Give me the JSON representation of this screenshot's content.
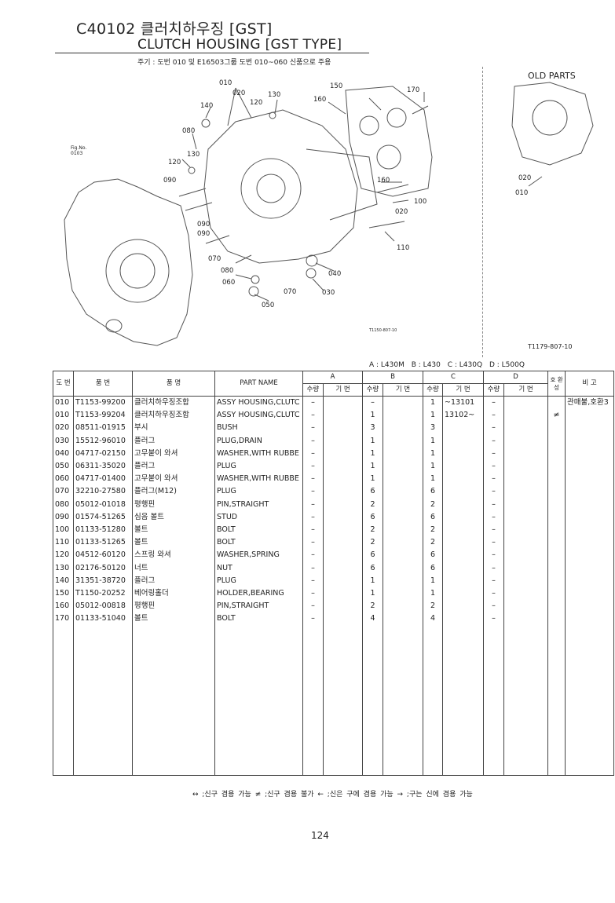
{
  "header": {
    "code_title": "C40102 클러치하우징 [GST]",
    "english_title": "CLUTCH HOUSING [GST TYPE]",
    "note": "주기 : 도번 010 및 E16503그룹 도번 010~060 신품으로 주용"
  },
  "figure": {
    "fig_no": "Fig.No. 0103",
    "old_parts_title": "OLD PARTS",
    "code_small": "T1150-807-10",
    "code_ref": "T1179-807-10",
    "callouts": [
      "010",
      "020",
      "130",
      "120",
      "140",
      "080",
      "130",
      "120",
      "090",
      "090",
      "090",
      "070",
      "080",
      "060",
      "050",
      "070",
      "030",
      "040",
      "150",
      "160",
      "170",
      "160",
      "100",
      "020",
      "110",
      "020",
      "010"
    ]
  },
  "models_line": [
    "A : L430M",
    "B : L430",
    "C : L430Q",
    "D : L500Q"
  ],
  "table": {
    "headers": {
      "ref": "도 번",
      "part_no": "품 번",
      "name_kr": "품 명",
      "part_name": "PART NAME",
      "A": "A",
      "B": "B",
      "C": "C",
      "D": "D",
      "qty": "수량",
      "serial": "기 번",
      "interchange": "호 환 성",
      "remarks": "비 고"
    },
    "rows": [
      {
        "ref": "010",
        "part_no": "T1153-99200",
        "name_kr": "클러치하우징조합",
        "part_name": "ASSY HOUSING,CLUTC",
        "a_qty": "–",
        "a_sn": "",
        "b_qty": "–",
        "b_sn": "",
        "c_qty": "1",
        "c_sn": "~13101",
        "d_qty": "–",
        "d_sn": "",
        "inter": "",
        "remark": "관매불,호환3"
      },
      {
        "ref": "010",
        "part_no": "T1153-99204",
        "name_kr": "클러치하우징조합",
        "part_name": "ASSY HOUSING,CLUTC",
        "a_qty": "–",
        "a_sn": "",
        "b_qty": "1",
        "b_sn": "",
        "c_qty": "1",
        "c_sn": "13102~",
        "d_qty": "–",
        "d_sn": "",
        "inter": "≠",
        "remark": ""
      },
      {
        "ref": "020",
        "part_no": "08511-01915",
        "name_kr": "부시",
        "part_name": "BUSH",
        "a_qty": "–",
        "a_sn": "",
        "b_qty": "3",
        "b_sn": "",
        "c_qty": "3",
        "c_sn": "",
        "d_qty": "–",
        "d_sn": "",
        "inter": "",
        "remark": ""
      },
      {
        "ref": "030",
        "part_no": "15512-96010",
        "name_kr": "플러그",
        "part_name": "PLUG,DRAIN",
        "a_qty": "–",
        "a_sn": "",
        "b_qty": "1",
        "b_sn": "",
        "c_qty": "1",
        "c_sn": "",
        "d_qty": "–",
        "d_sn": "",
        "inter": "",
        "remark": ""
      },
      {
        "ref": "040",
        "part_no": "04717-02150",
        "name_kr": "고무붙이 와셔",
        "part_name": "WASHER,WITH RUBBE",
        "a_qty": "–",
        "a_sn": "",
        "b_qty": "1",
        "b_sn": "",
        "c_qty": "1",
        "c_sn": "",
        "d_qty": "–",
        "d_sn": "",
        "inter": "",
        "remark": ""
      },
      {
        "ref": "050",
        "part_no": "06311-35020",
        "name_kr": "플러그",
        "part_name": "PLUG",
        "a_qty": "–",
        "a_sn": "",
        "b_qty": "1",
        "b_sn": "",
        "c_qty": "1",
        "c_sn": "",
        "d_qty": "–",
        "d_sn": "",
        "inter": "",
        "remark": ""
      },
      {
        "ref": "060",
        "part_no": "04717-01400",
        "name_kr": "고무붙이 와셔",
        "part_name": "WASHER,WITH RUBBE",
        "a_qty": "–",
        "a_sn": "",
        "b_qty": "1",
        "b_sn": "",
        "c_qty": "1",
        "c_sn": "",
        "d_qty": "–",
        "d_sn": "",
        "inter": "",
        "remark": ""
      },
      {
        "ref": "070",
        "part_no": "32210-27580",
        "name_kr": "플러그(M12)",
        "part_name": "PLUG",
        "a_qty": "–",
        "a_sn": "",
        "b_qty": "6",
        "b_sn": "",
        "c_qty": "6",
        "c_sn": "",
        "d_qty": "–",
        "d_sn": "",
        "inter": "",
        "remark": ""
      },
      {
        "ref": "080",
        "part_no": "05012-01018",
        "name_kr": "평행핀",
        "part_name": "PIN,STRAIGHT",
        "a_qty": "–",
        "a_sn": "",
        "b_qty": "2",
        "b_sn": "",
        "c_qty": "2",
        "c_sn": "",
        "d_qty": "–",
        "d_sn": "",
        "inter": "",
        "remark": ""
      },
      {
        "ref": "090",
        "part_no": "01574-51265",
        "name_kr": "심음 볼트",
        "part_name": "STUD",
        "a_qty": "–",
        "a_sn": "",
        "b_qty": "6",
        "b_sn": "",
        "c_qty": "6",
        "c_sn": "",
        "d_qty": "–",
        "d_sn": "",
        "inter": "",
        "remark": ""
      },
      {
        "ref": "100",
        "part_no": "01133-51280",
        "name_kr": "볼트",
        "part_name": "BOLT",
        "a_qty": "–",
        "a_sn": "",
        "b_qty": "2",
        "b_sn": "",
        "c_qty": "2",
        "c_sn": "",
        "d_qty": "–",
        "d_sn": "",
        "inter": "",
        "remark": ""
      },
      {
        "ref": "110",
        "part_no": "01133-51265",
        "name_kr": "볼트",
        "part_name": "BOLT",
        "a_qty": "–",
        "a_sn": "",
        "b_qty": "2",
        "b_sn": "",
        "c_qty": "2",
        "c_sn": "",
        "d_qty": "–",
        "d_sn": "",
        "inter": "",
        "remark": ""
      },
      {
        "ref": "120",
        "part_no": "04512-60120",
        "name_kr": "스프링 와셔",
        "part_name": "WASHER,SPRING",
        "a_qty": "–",
        "a_sn": "",
        "b_qty": "6",
        "b_sn": "",
        "c_qty": "6",
        "c_sn": "",
        "d_qty": "–",
        "d_sn": "",
        "inter": "",
        "remark": ""
      },
      {
        "ref": "130",
        "part_no": "02176-50120",
        "name_kr": "너트",
        "part_name": "NUT",
        "a_qty": "–",
        "a_sn": "",
        "b_qty": "6",
        "b_sn": "",
        "c_qty": "6",
        "c_sn": "",
        "d_qty": "–",
        "d_sn": "",
        "inter": "",
        "remark": ""
      },
      {
        "ref": "140",
        "part_no": "31351-38720",
        "name_kr": "플러그",
        "part_name": "PLUG",
        "a_qty": "–",
        "a_sn": "",
        "b_qty": "1",
        "b_sn": "",
        "c_qty": "1",
        "c_sn": "",
        "d_qty": "–",
        "d_sn": "",
        "inter": "",
        "remark": ""
      },
      {
        "ref": "150",
        "part_no": "T1150-20252",
        "name_kr": "베어링홀더",
        "part_name": "HOLDER,BEARING",
        "a_qty": "–",
        "a_sn": "",
        "b_qty": "1",
        "b_sn": "",
        "c_qty": "1",
        "c_sn": "",
        "d_qty": "–",
        "d_sn": "",
        "inter": "",
        "remark": ""
      },
      {
        "ref": "160",
        "part_no": "05012-00818",
        "name_kr": "평행핀",
        "part_name": "PIN,STRAIGHT",
        "a_qty": "–",
        "a_sn": "",
        "b_qty": "2",
        "b_sn": "",
        "c_qty": "2",
        "c_sn": "",
        "d_qty": "–",
        "d_sn": "",
        "inter": "",
        "remark": ""
      },
      {
        "ref": "170",
        "part_no": "01133-51040",
        "name_kr": "볼트",
        "part_name": "BOLT",
        "a_qty": "–",
        "a_sn": "",
        "b_qty": "4",
        "b_sn": "",
        "c_qty": "4",
        "c_sn": "",
        "d_qty": "–",
        "d_sn": "",
        "inter": "",
        "remark": ""
      }
    ]
  },
  "legend": "↔ ;신구 겸용 가능   ≠ ;신구 겸용 불가   ← ;신은 구에 겸용 가능   → ;구는 신에 겸용 가능",
  "page_number": "124"
}
